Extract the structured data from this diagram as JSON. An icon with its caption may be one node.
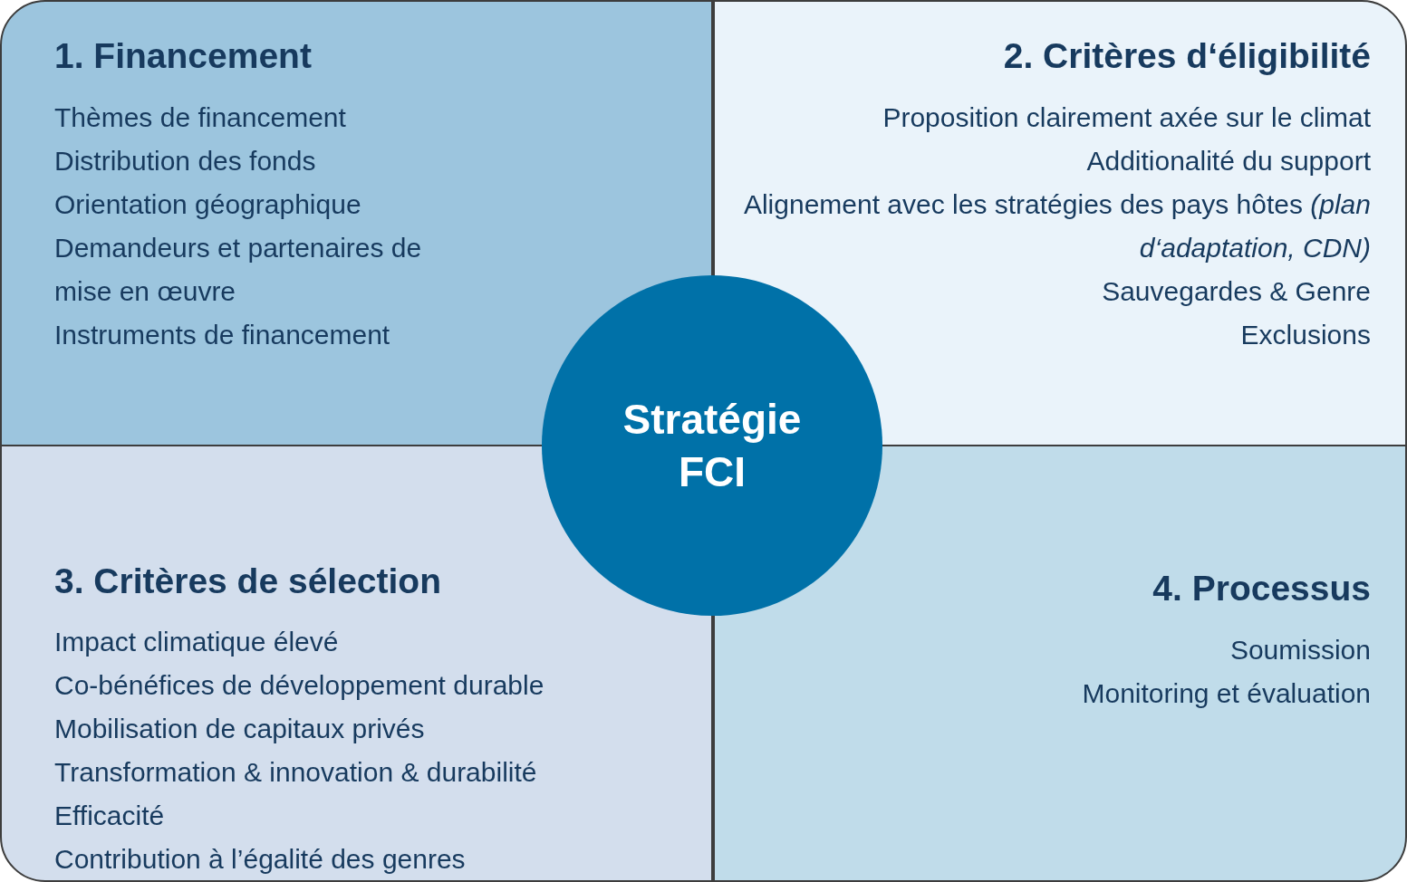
{
  "diagram": {
    "nodes": [
      {
        "text": [
          "1. Financement",
          "Thèmes de financement",
          "Distribution des fonds",
          "Orientation géographique",
          "Demandeurs et partenaires de mise en œuvre",
          "Instruments de financement"
        ]
      },
      {
        "text": [
          "2. Critères d‘éligibilité",
          "Proposition clairement axée sur le climat",
          "Additionalité du support",
          "Alignement avec les stratégies des pays hôtes *(plan d‘adaptation, CDN)*",
          "Sauvegardes & Genre",
          "Exclusions"
        ]
      },
      {
        "text": [
          "3. Critères de sélection",
          "Impact climatique élevé",
          "Co-bénéfices de développement durable",
          "Mobilisation de capitaux privés",
          "Transformation & innovation & durabilité",
          "Efficacité",
          "Contribution à l’égalité des genres"
        ]
      },
      {
        "text": [
          "4. Processus",
          "Soumission",
          "Monitoring et évaluation"
        ]
      },
      {
        "text": [
          "Stratégie FCI"
        ]
      }
    ]
  }
}
